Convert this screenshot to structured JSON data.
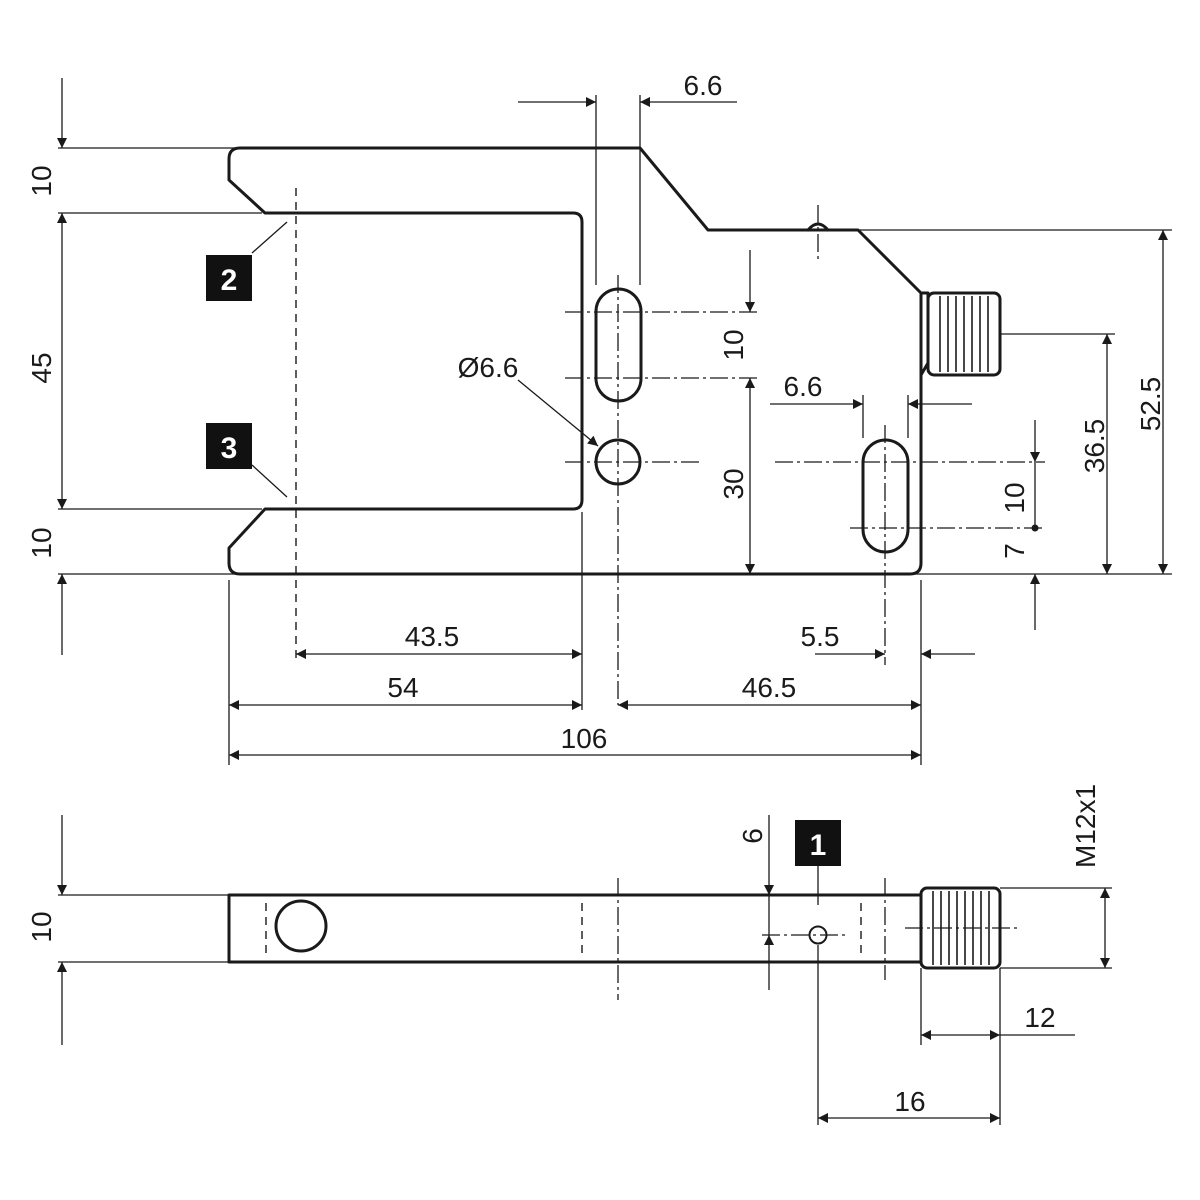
{
  "drawing": {
    "callouts": {
      "one": "1",
      "two": "2",
      "three": "3"
    },
    "dimensions": {
      "slot_width_top": "6.6",
      "hole_diameter": "Ø6.6",
      "slot_width_right": "6.6",
      "slot_length_top": "10",
      "slot_length_right": "10",
      "left_top_10": "10",
      "left_45": "45",
      "left_bottom_10": "10",
      "mid_30": "30",
      "right_7": "7",
      "right_36_5": "36.5",
      "right_52_5": "52.5",
      "bottom_43_5": "43.5",
      "bottom_54": "54",
      "bottom_46_5": "46.5",
      "bottom_5_5": "5.5",
      "bottom_106": "106",
      "side_10": "10",
      "side_6": "6",
      "thread_size": "M12x1",
      "side_12": "12",
      "side_16": "16"
    }
  }
}
